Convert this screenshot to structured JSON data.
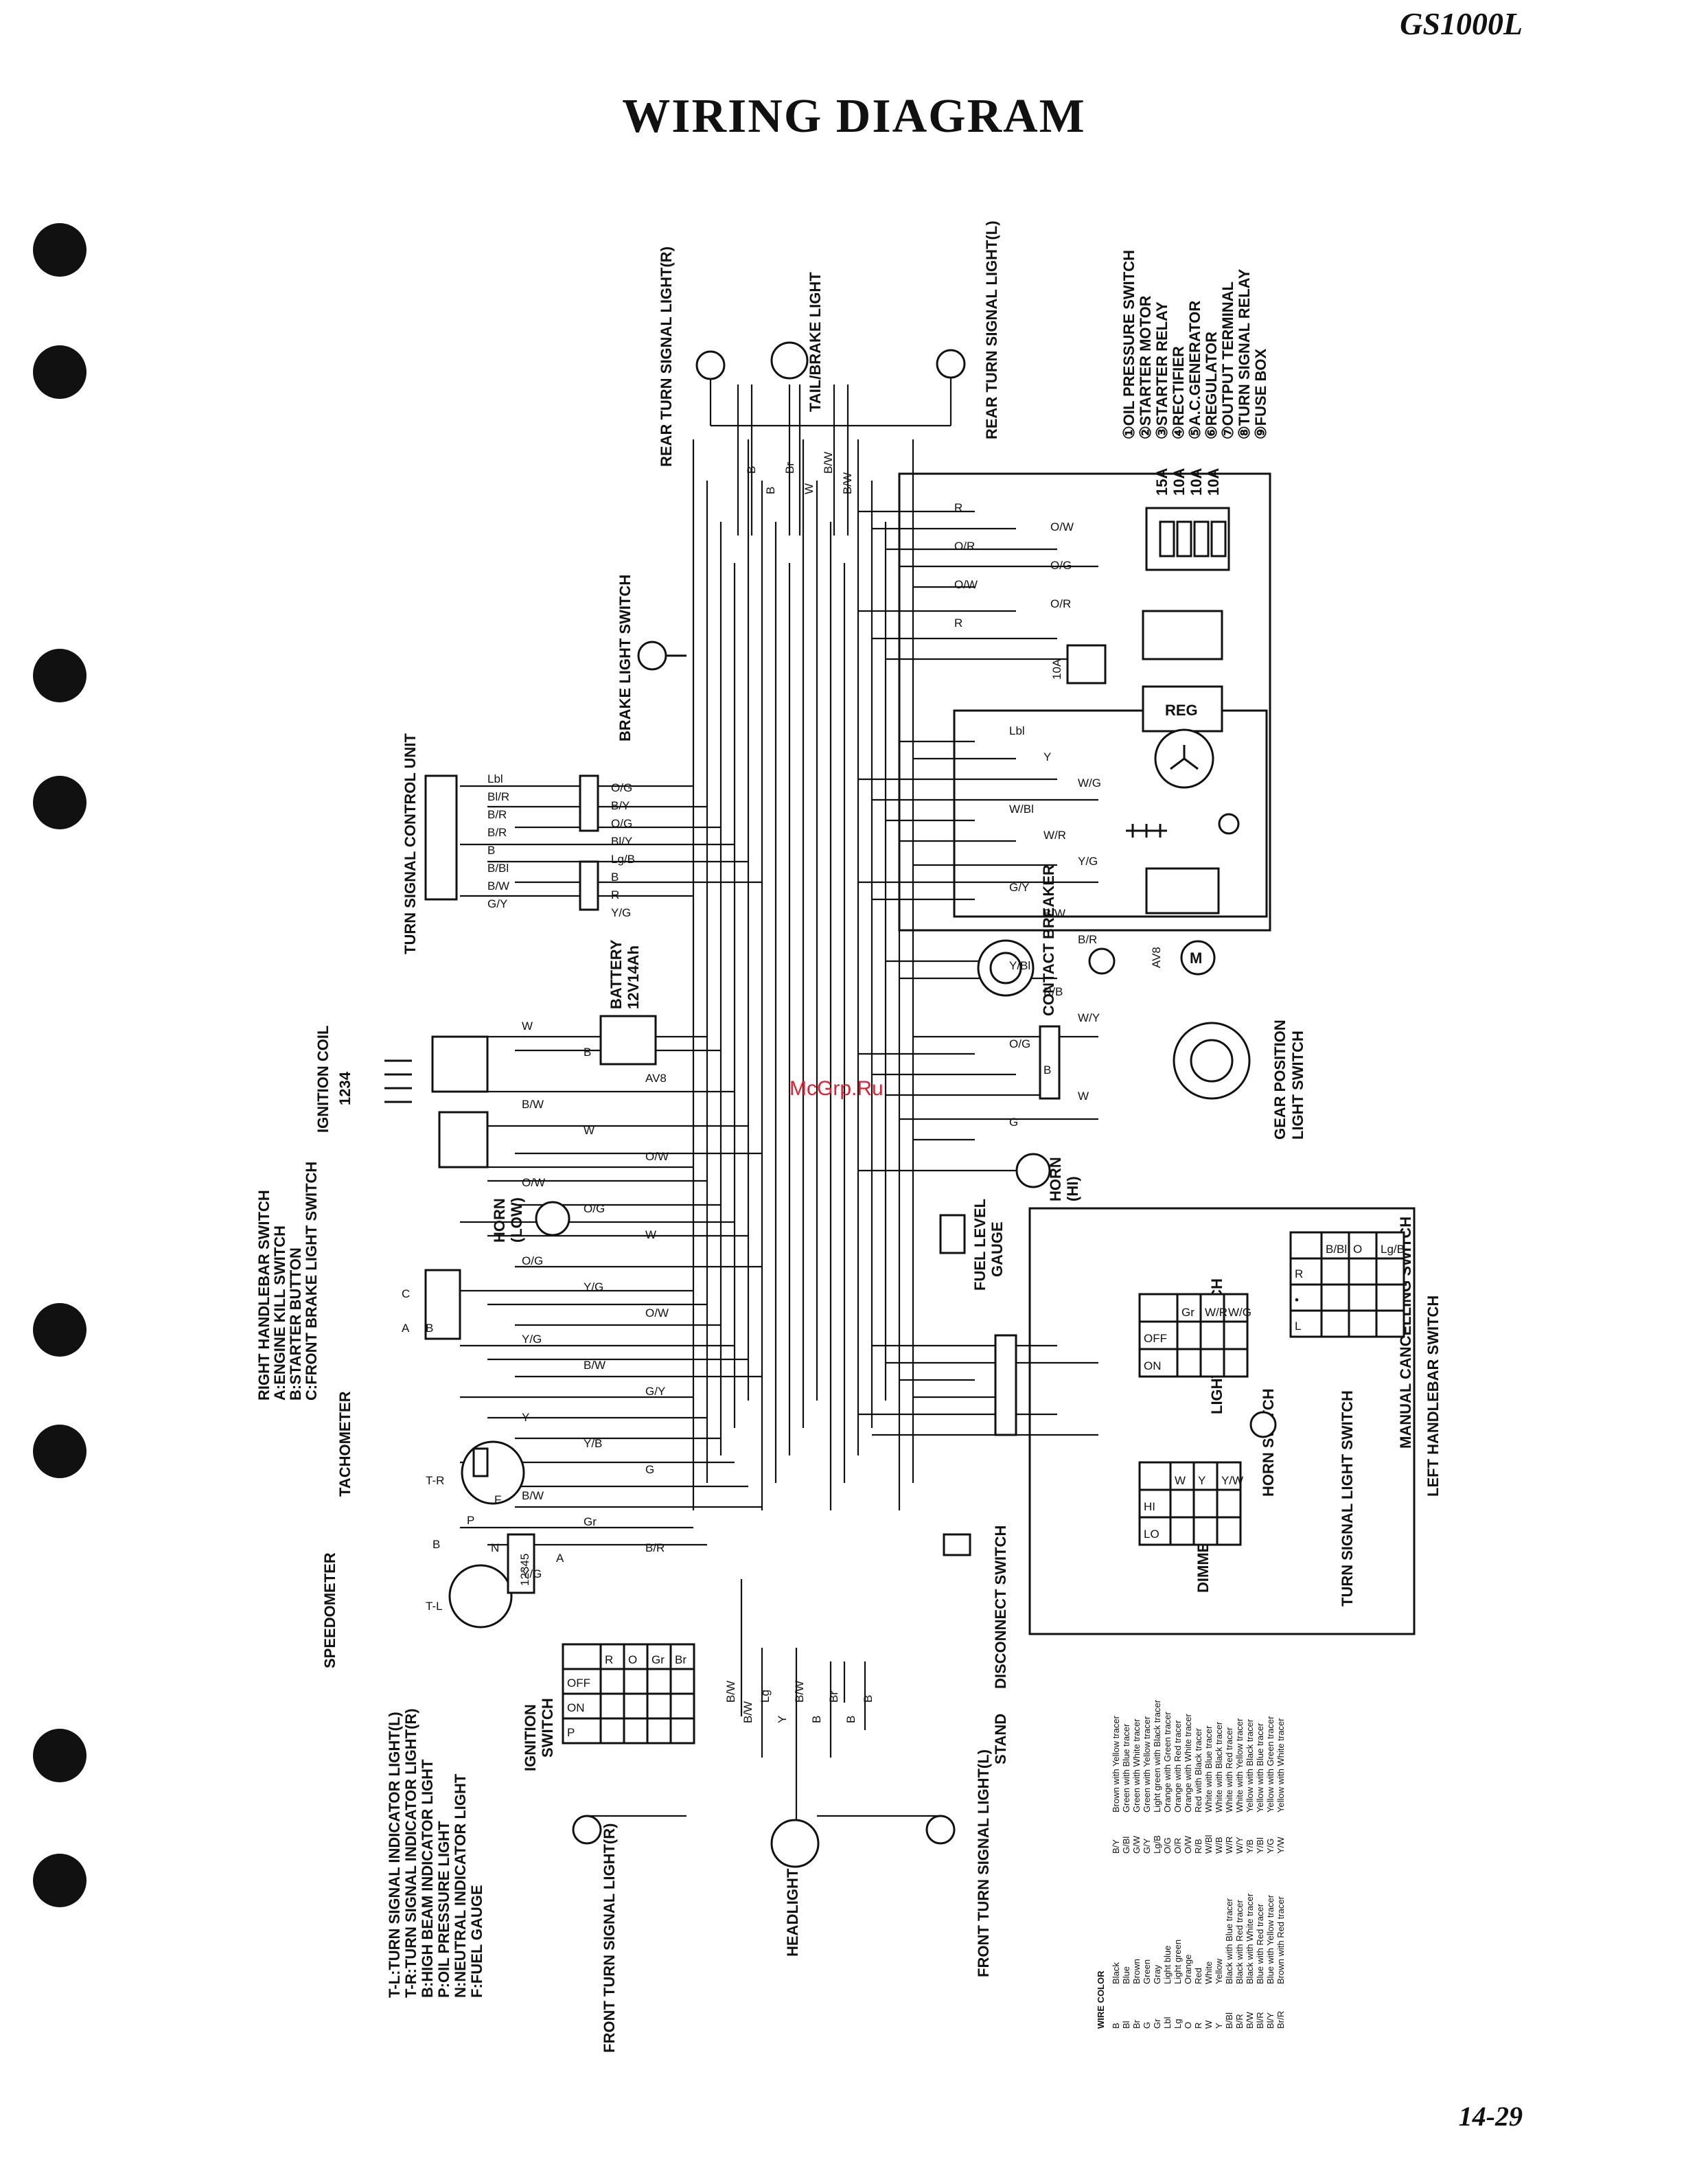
{
  "header": {
    "model": "GS1000L",
    "title": "WIRING DIAGRAM",
    "page_number": "14-29"
  },
  "watermark": "McGrp.Ru",
  "components": {
    "rear_turn_r": "REAR TURN SIGNAL LIGHT(R)",
    "tail_brake": "TAIL/BRAKE LIGHT",
    "rear_turn_l": "REAR TURN SIGNAL LIGHT(L)",
    "brake_light_switch": "BRAKE LIGHT SWITCH",
    "turn_signal_control_unit": "TURN SIGNAL CONTROL UNIT",
    "battery": "BATTERY",
    "battery_spec": "12V14Ah",
    "ignition_coil": "IGNITION COIL",
    "ignition_coil_num": "1234",
    "contact_breaker": "CONTACT BREAKER",
    "gear_position": "GEAR POSITION",
    "gear_position_2": "LIGHT SWITCH",
    "horn_hi": "HORN",
    "horn_hi_sub": "(HI)",
    "horn_low": "HORN",
    "horn_low_sub": "(LOW)",
    "fuel_level": "FUEL LEVEL",
    "fuel_gauge": "GAUGE",
    "right_handlebar": "RIGHT HANDLEBAR SWITCH",
    "rh_a": "A:ENGINE KILL SWITCH",
    "rh_b": "B:STARTER BUTTON",
    "rh_c": "C:FRONT BRAKE LIGHT SWITCH",
    "tachometer": "TACHOMETER",
    "speedometer": "SPEEDOMETER",
    "ignition_switch": "IGNITION",
    "ignition_switch_2": "SWITCH",
    "disconnect_switch": "DISCONNECT SWITCH",
    "stand": "STAND",
    "headlight": "HEADLIGHT",
    "front_turn_r": "FRONT TURN SIGNAL LIGHT(R)",
    "front_turn_l": "FRONT TURN SIGNAL LIGHT(L)",
    "manual_cancelling": "MANUAL CANCELLING SWITCH",
    "left_handlebar": "LEFT HANDLEBAR SWITCH",
    "turn_signal_light_switch": "TURN SIGNAL LIGHT SWITCH",
    "horn_switch": "HORN SWITCH",
    "lighting_switch": "LIGHTING SWITCH",
    "dimmer_switch": "DIMMER SWITCH",
    "reg": "REG",
    "a_label": "A",
    "avb": "AV8"
  },
  "numbered_parts": [
    "①OIL PRESSURE SWITCH",
    "②STARTER MOTOR",
    "③STARTER RELAY",
    "④RECTIFIER",
    "⑤A.C.GENERATOR",
    "⑥REGULATOR",
    "⑦OUTPUT TERMINAL",
    "⑧TURN SIGNAL RELAY",
    "⑨FUSE BOX"
  ],
  "fuses": [
    "15A",
    "10A",
    "10A",
    "10A"
  ],
  "indicators": [
    "T-L:TURN SIGNAL INDICATOR LIGHT(L)",
    "T-R:TURN SIGNAL INDICATOR LIGHT(R)",
    "B:HIGH BEAM INDICATOR LIGHT",
    "P:OIL PRESSURE LIGHT",
    "N:NEUTRAL INDICATOR LIGHT",
    "F:FUEL GAUGE"
  ],
  "ignition_table": {
    "cols": [
      "R",
      "O",
      "Gr",
      "Br"
    ],
    "rows": [
      "OFF",
      "ON",
      "P"
    ]
  },
  "lighting_table": {
    "cols": [
      "Gr",
      "W/R",
      "W/G"
    ],
    "rows": [
      "OFF",
      "ON"
    ]
  },
  "dimmer_table": {
    "cols": [
      "W",
      "Y",
      "Y/W"
    ],
    "rows": [
      "HI",
      "LO"
    ]
  },
  "turn_table": {
    "cols": [
      "B/Bl",
      "O",
      "Lg/B"
    ],
    "rows": [
      "R",
      "•",
      "L"
    ]
  },
  "wire_color_title": "WIRE COLOR",
  "wire_colors_left": [
    [
      "B",
      "Black"
    ],
    [
      "Bl",
      "Blue"
    ],
    [
      "Br",
      "Brown"
    ],
    [
      "G",
      "Green"
    ],
    [
      "Gr",
      "Gray"
    ],
    [
      "Lbl",
      "Light blue"
    ],
    [
      "Lg",
      "Light green"
    ],
    [
      "O",
      "Orange"
    ],
    [
      "R",
      "Red"
    ],
    [
      "W",
      "White"
    ],
    [
      "Y",
      "Yellow"
    ],
    [
      "B/Bl",
      "Black with Blue tracer"
    ],
    [
      "B/R",
      "Black with Red tracer"
    ],
    [
      "B/W",
      "Black with White tracer"
    ],
    [
      "Bl/R",
      "Blue with Red tracer"
    ],
    [
      "Bl/Y",
      "Blue with Yellow tracer"
    ],
    [
      "Br/R",
      "Brown with Red tracer"
    ]
  ],
  "wire_colors_right": [
    [
      "B/Y",
      "Brown with Yellow tracer"
    ],
    [
      "G/Bl",
      "Green with Blue tracer"
    ],
    [
      "G/W",
      "Green with White tracer"
    ],
    [
      "G/Y",
      "Green with Yellow tracer"
    ],
    [
      "Lg/B",
      "Light green with Black tracer"
    ],
    [
      "O/G",
      "Orange with Green tracer"
    ],
    [
      "O/R",
      "Orange with Red tracer"
    ],
    [
      "O/W",
      "Orange with White tracer"
    ],
    [
      "R/B",
      "Red with Black tracer"
    ],
    [
      "W/Bl",
      "White with Blue tracer"
    ],
    [
      "W/B",
      "White with Black tracer"
    ],
    [
      "W/R",
      "White with Red tracer"
    ],
    [
      "W/Y",
      "White with Yellow tracer"
    ],
    [
      "Y/B",
      "Yellow with Black tracer"
    ],
    [
      "Y/Bl",
      "Yellow with Blue tracer"
    ],
    [
      "Y/G",
      "Yellow with Green tracer"
    ],
    [
      "Y/W",
      "Yellow with White tracer"
    ]
  ],
  "wire_labels": {
    "rear": [
      "B",
      "B",
      "Br",
      "W",
      "B/W",
      "B/W"
    ],
    "fuse_top": [
      "R",
      "O/W",
      "O/R",
      "O/G",
      "O/W",
      "O/R",
      "R"
    ],
    "tscu": [
      "Lbl",
      "O/G",
      "Bl/R",
      "B/Y",
      "B/R",
      "O/G",
      "B/R",
      "Bl/Y",
      "B",
      "Lg/B",
      "B/Bl",
      "B",
      "B/W",
      "R",
      "G/Y",
      "Y/G"
    ],
    "right_side": [
      "Lbl",
      "Y",
      "W/G",
      "W/Bl",
      "W/R",
      "Y/G",
      "G/Y",
      "B/W",
      "B/R",
      "Y/Bl",
      "R/B",
      "W/Y",
      "O/G",
      "B",
      "W",
      "G"
    ],
    "left_side": [
      "W",
      "B",
      "AV8",
      "B/W",
      "W",
      "O/W",
      "O/W",
      "O/G",
      "W",
      "O/G",
      "Y/G",
      "O/W",
      "Y/G",
      "B/W",
      "G/Y",
      "Y",
      "Y/B",
      "G",
      "B/W",
      "Gr",
      "B/R",
      "Y/G"
    ],
    "bottom": [
      "B/W",
      "B/W",
      "Lg",
      "Y",
      "B/W",
      "B",
      "Br",
      "B",
      "B"
    ]
  }
}
